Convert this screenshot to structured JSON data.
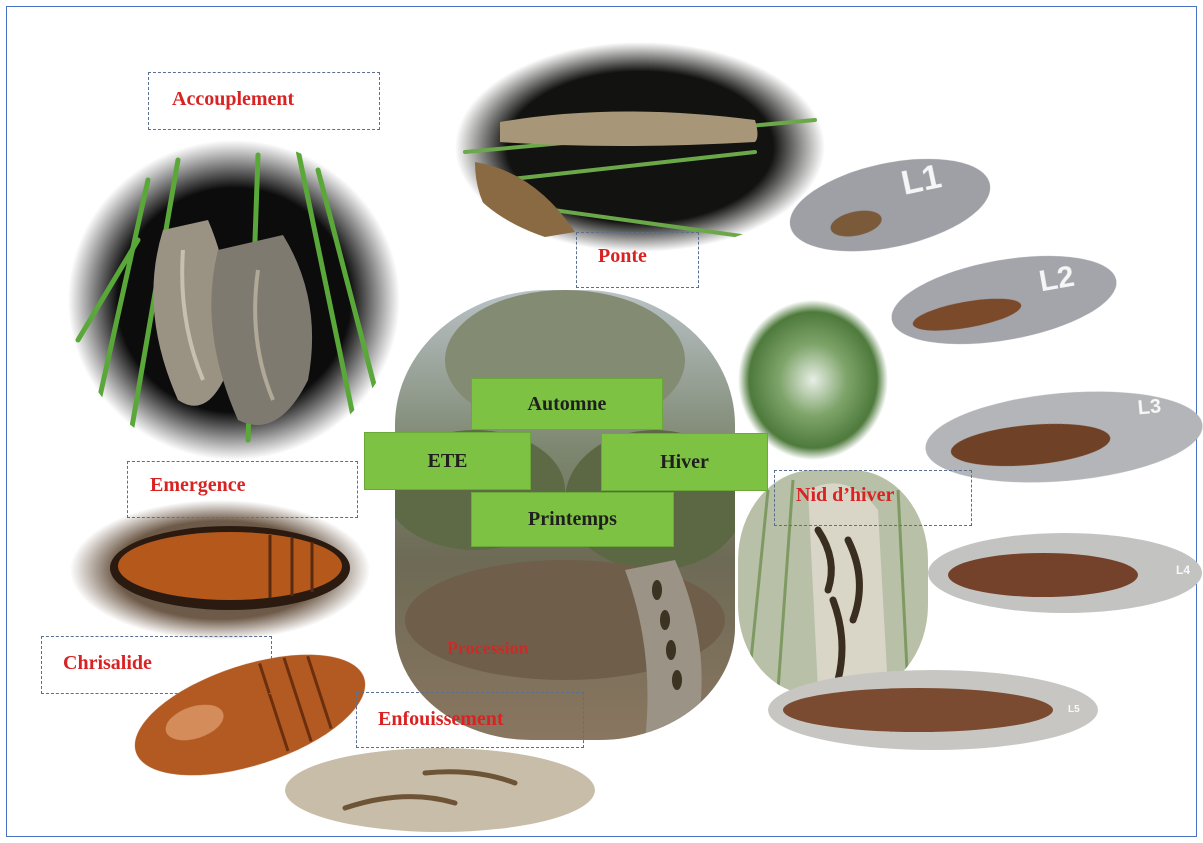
{
  "labels": {
    "accouplement": "Accouplement",
    "ponte": "Ponte",
    "emergence": "Emergence",
    "chrisalide": "Chrisalide",
    "enfouissement": "Enfouissement",
    "procession": "Procession",
    "nid_hiver": "Nid d’hiver"
  },
  "seasons": {
    "automne": "Automne",
    "ete": "ETE",
    "hiver": "Hiver",
    "printemps": "Printemps"
  },
  "larval_stages": {
    "l1": "L1",
    "l2": "L2",
    "l3": "L3",
    "l4": "L4",
    "l5": "L5"
  },
  "colors": {
    "label_red": "#d92323",
    "season_green": "#7dc243",
    "frame_blue": "#4a72c4"
  }
}
